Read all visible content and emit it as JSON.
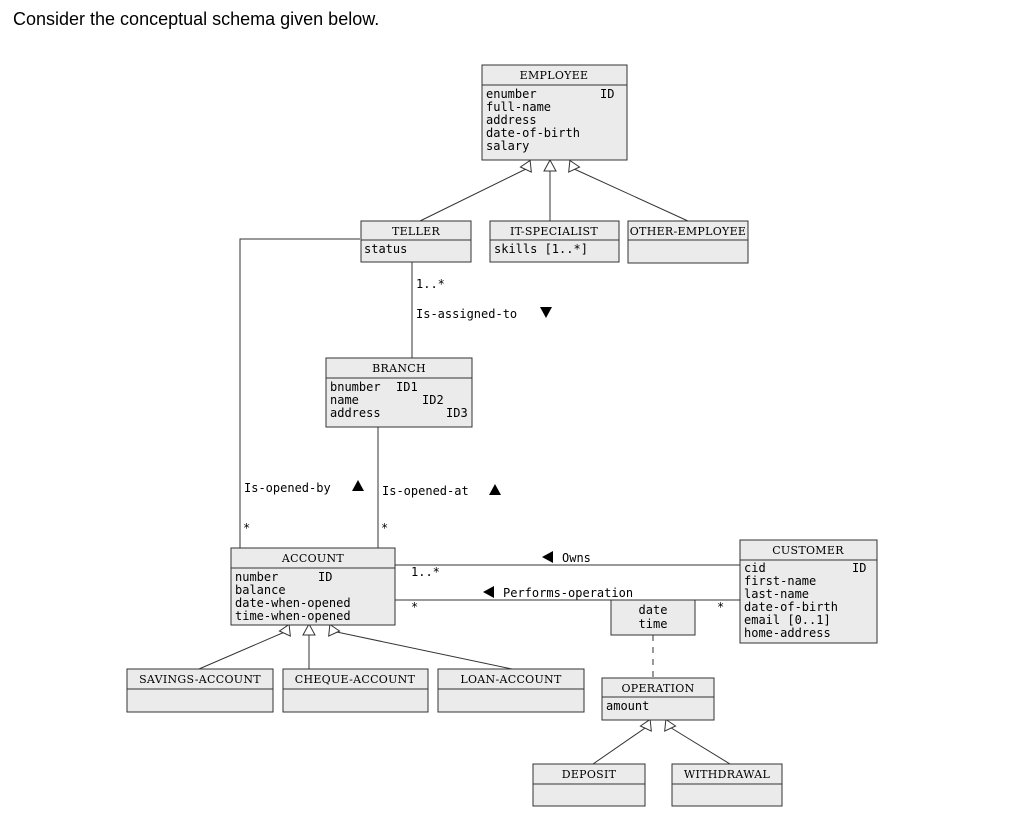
{
  "heading": "Consider the conceptual schema given below.",
  "entities": {
    "employee": {
      "name": "EMPLOYEE",
      "attrs": [
        "enumber",
        "full-name",
        "address",
        "date-of-birth",
        "salary"
      ],
      "id_mark": "ID"
    },
    "teller": {
      "name": "TELLER",
      "attrs": [
        "status"
      ]
    },
    "it_specialist": {
      "name": "IT-SPECIALIST",
      "attrs": [
        "skills [1..*]"
      ]
    },
    "other_employee": {
      "name": "OTHER-EMPLOYEE",
      "attrs": []
    },
    "branch": {
      "name": "BRANCH",
      "attrs": [
        "bnumber",
        "name",
        "address"
      ],
      "id_marks": [
        "ID1",
        "ID2",
        "ID3"
      ]
    },
    "account": {
      "name": "ACCOUNT",
      "attrs": [
        "number",
        "balance",
        "date-when-opened",
        "time-when-opened"
      ],
      "id_mark": "ID"
    },
    "customer": {
      "name": "CUSTOMER",
      "attrs": [
        "cid",
        "first-name",
        "last-name",
        "date-of-birth",
        "email [0..1]",
        "home-address"
      ],
      "id_mark": "ID"
    },
    "savings_account": {
      "name": "SAVINGS-ACCOUNT",
      "attrs": []
    },
    "cheque_account": {
      "name": "CHEQUE-ACCOUNT",
      "attrs": []
    },
    "loan_account": {
      "name": "LOAN-ACCOUNT",
      "attrs": []
    },
    "operation": {
      "name": "OPERATION",
      "attrs": [
        "amount"
      ]
    },
    "deposit": {
      "name": "DEPOSIT",
      "attrs": []
    },
    "withdrawal": {
      "name": "WITHDRAWAL",
      "attrs": []
    }
  },
  "association_class": {
    "attrs": [
      "date",
      "time"
    ]
  },
  "associations": {
    "is_assigned_to": {
      "label": "Is-assigned-to",
      "mult_teller": "1..*"
    },
    "is_opened_by": {
      "label": "Is-opened-by",
      "mult_account": "*"
    },
    "is_opened_at": {
      "label": "Is-opened-at",
      "mult_account": "*"
    },
    "owns": {
      "label": "Owns",
      "mult_account": "1..*"
    },
    "performs_operation": {
      "label": "Performs-operation",
      "mult_account": "*",
      "mult_customer": "*"
    }
  }
}
